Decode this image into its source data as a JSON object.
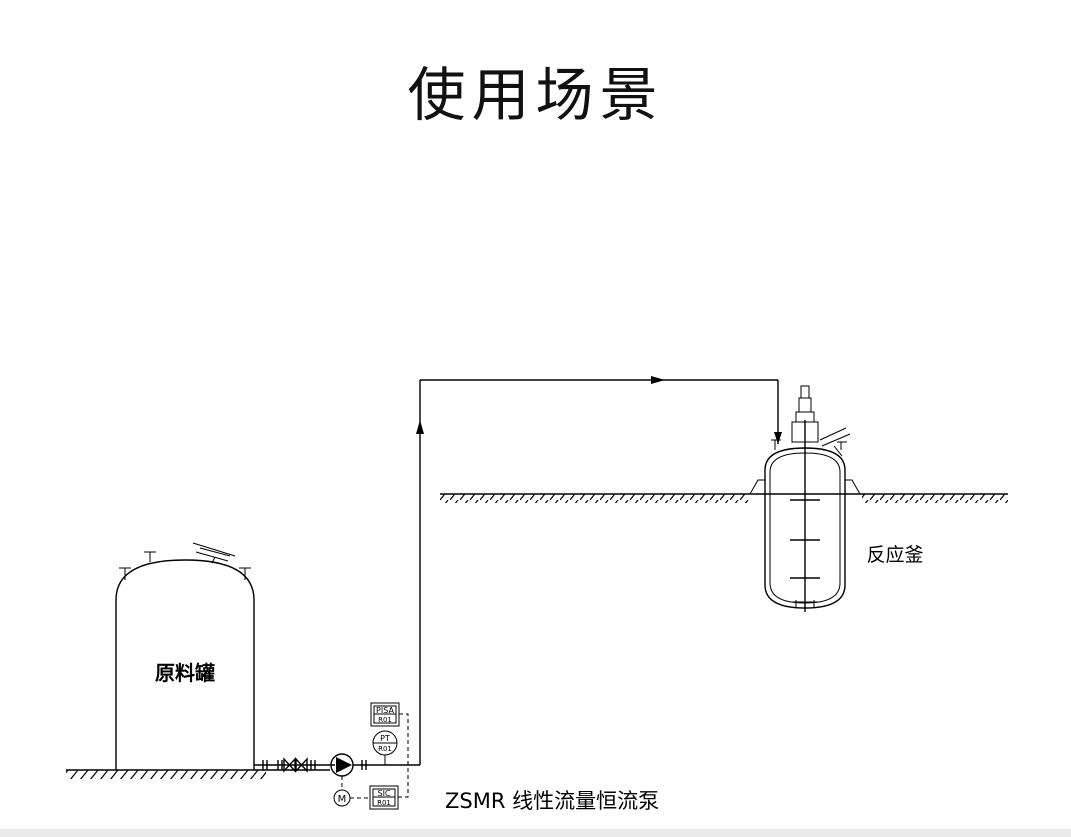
{
  "title": "使用场景",
  "labels": {
    "raw_tank": "原料罐",
    "reactor": "反应釜",
    "pump_caption": "ZSMR 线性流量恒流泵"
  },
  "instruments": {
    "pisa": {
      "tag": "PISA",
      "loop": "R01"
    },
    "pt": {
      "tag": "PT",
      "loop": "R01"
    },
    "sic": {
      "tag": "SIC",
      "loop": "R01"
    },
    "motor": {
      "tag": "M"
    }
  }
}
